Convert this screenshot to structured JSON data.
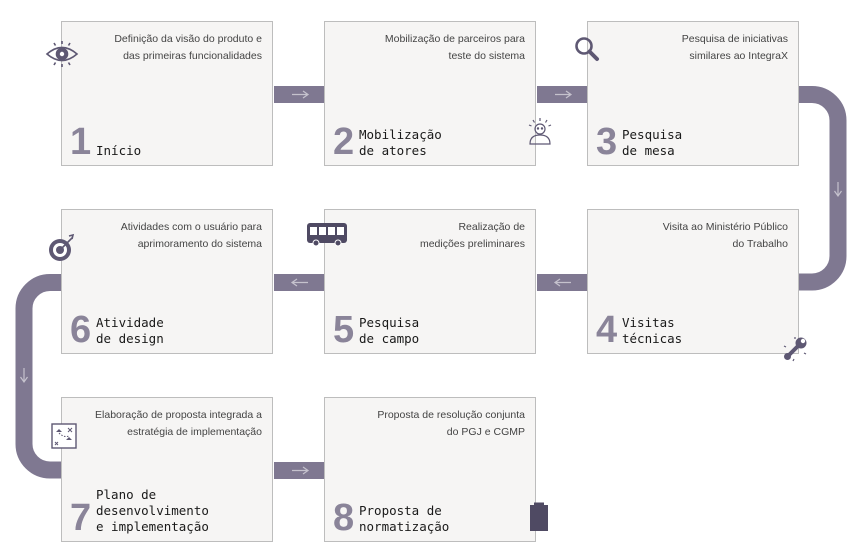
{
  "colors": {
    "connector": "#7f7891",
    "card_bg": "#f6f5f4",
    "card_border": "#bdbdbd",
    "number": "#8a8499",
    "icon": "#5e5873"
  },
  "steps": [
    {
      "number": "1",
      "title": "Início",
      "description": "Definição da visão do produto e\ndas primeiras funcionalidades",
      "icon": "eye-icon"
    },
    {
      "number": "2",
      "title": "Mobilização\nde atores",
      "description": "Mobilização de parceiros para\nteste do sistema",
      "icon": "person-icon"
    },
    {
      "number": "3",
      "title": "Pesquisa\nde mesa",
      "description": "Pesquisa de iniciativas\nsimilares ao IntegraX",
      "icon": "magnifier-icon"
    },
    {
      "number": "4",
      "title": "Visitas\ntécnicas",
      "description": "Visita ao Ministério Público\ndo Trabalho",
      "icon": "wrench-icon"
    },
    {
      "number": "5",
      "title": "Pesquisa\nde campo",
      "description": "Realização de\nmedições preliminares",
      "icon": "bus-icon"
    },
    {
      "number": "6",
      "title": "Atividade\nde design",
      "description": "Atividades com o usuário para\naprimoramento do sistema",
      "icon": "target-icon"
    },
    {
      "number": "7",
      "title": "Plano de desenvolvimento\ne implementação",
      "description": "Elaboração de proposta integrada a\nestratégia de implementação",
      "icon": "plan-icon"
    },
    {
      "number": "8",
      "title": "Proposta de\nnormatização",
      "description": "Proposta de resolução conjunta\ndo PGJ e CGMP",
      "icon": "document-icon"
    }
  ]
}
